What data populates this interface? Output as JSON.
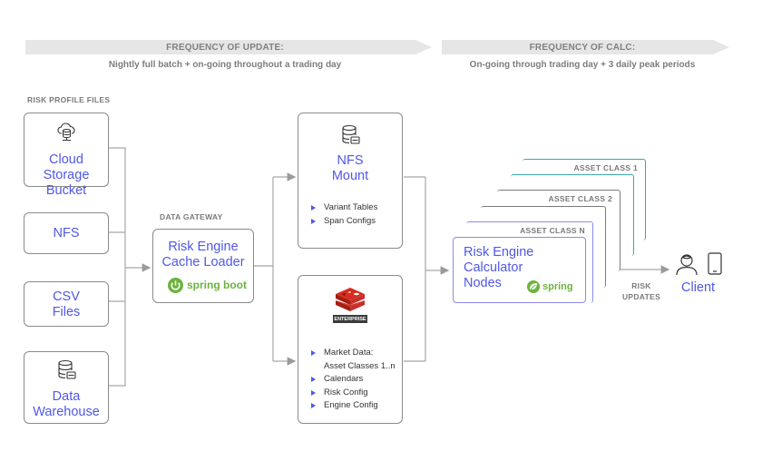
{
  "bands": [
    {
      "title": "FREQUENCY OF UPDATE:",
      "subtitle": "Nightly full batch + on-going throughout a trading day"
    },
    {
      "title": "FREQUENCY OF CALC:",
      "subtitle": "On-going through trading day + 3 daily peak periods"
    }
  ],
  "sources": {
    "heading": "RISK PROFILE FILES",
    "items": [
      {
        "label": "Cloud Storage Bucket",
        "line1": "Cloud Storage",
        "line2": "Bucket",
        "icon": "cloud-database-icon"
      },
      {
        "label": "NFS",
        "line1": "NFS",
        "line2": "",
        "icon": ""
      },
      {
        "label": "CSV Files",
        "line1": "CSV",
        "line2": "Files",
        "icon": ""
      },
      {
        "label": "Data Warehouse",
        "line1": "Data",
        "line2": "Warehouse",
        "icon": "database-icon"
      }
    ]
  },
  "gateway": {
    "heading": "DATA GATEWAY",
    "line1": "Risk Engine",
    "line2": "Cache Loader",
    "logo_text": "spring boot"
  },
  "nfs_mount": {
    "line1": "NFS",
    "line2": "Mount",
    "icon": "database-icon",
    "items": [
      "Variant Tables",
      "Span Configs"
    ]
  },
  "redis": {
    "logo_badge": "ENTERPRISE",
    "items": [
      "Market Data:",
      "Asset Classes 1..n",
      "Calendars",
      "Risk Config",
      "Engine Config"
    ]
  },
  "calculator": {
    "layers": [
      "ASSET CLASS 1",
      "ASSET CLASS 2",
      "ASSET CLASS N"
    ],
    "line1": "Risk Engine",
    "line2": "Calculator",
    "line3": "Nodes",
    "logo_text": "spring"
  },
  "risk_updates": {
    "line1": "RISK",
    "line2": "UPDATES"
  },
  "client": {
    "label": "Client",
    "icons": [
      "user-icon",
      "mobile-device-icon"
    ]
  },
  "colors": {
    "accent_blue": "#4f58e8",
    "teal_frame": "#3aa7a8",
    "grey_frame": "#8a8a8a",
    "purple_frame": "#8c8ae8",
    "spring_green": "#6db33f",
    "redis_red": "#c6302b"
  }
}
